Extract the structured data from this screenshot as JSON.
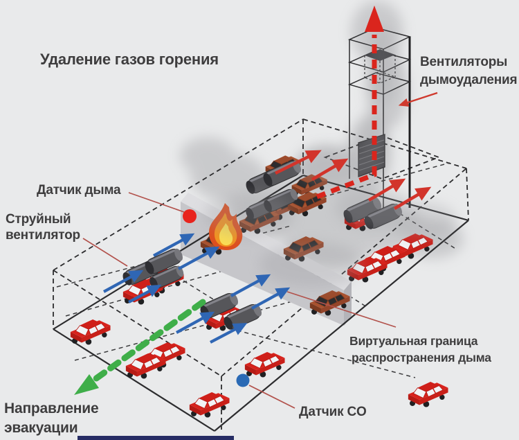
{
  "title": "Удаление газов горения",
  "labels": {
    "exhaust_fans": {
      "lines": [
        "Вентиляторы",
        "дымоудаления"
      ]
    },
    "smoke_detector": {
      "lines": [
        "Датчик дыма"
      ]
    },
    "jet_fan": {
      "lines": [
        "Струйный",
        "вентилятор"
      ]
    },
    "virtual_boundary": {
      "lines": [
        "Виртуальная граница",
        "распространения дыма"
      ]
    },
    "co_sensor": {
      "lines": [
        "Датчик CO"
      ]
    },
    "evacuation_direction": {
      "lines": [
        "Направление",
        "эвакуации"
      ]
    }
  },
  "markers": {
    "smoke_detector": {
      "shape": "circle",
      "color": "#e8231c"
    },
    "co_sensor": {
      "shape": "circle",
      "color": "#2a6ab5"
    }
  },
  "colors": {
    "background": "#e9eaeb",
    "text": "#3e3d3e",
    "smoke_exhaust_arrows": "#d2342b",
    "supply_air_arrows": "#2f66b4",
    "evacuation_arrow": "#3fae49",
    "leader_lines": "#b2524c",
    "structure_lines": "#2c2c2e",
    "boundary_wall": "#c6c6ca",
    "car_body": "#d8231d",
    "burnt_car_body": "#a8522f",
    "fire": "#f2921f",
    "smoke": "#98989c"
  }
}
